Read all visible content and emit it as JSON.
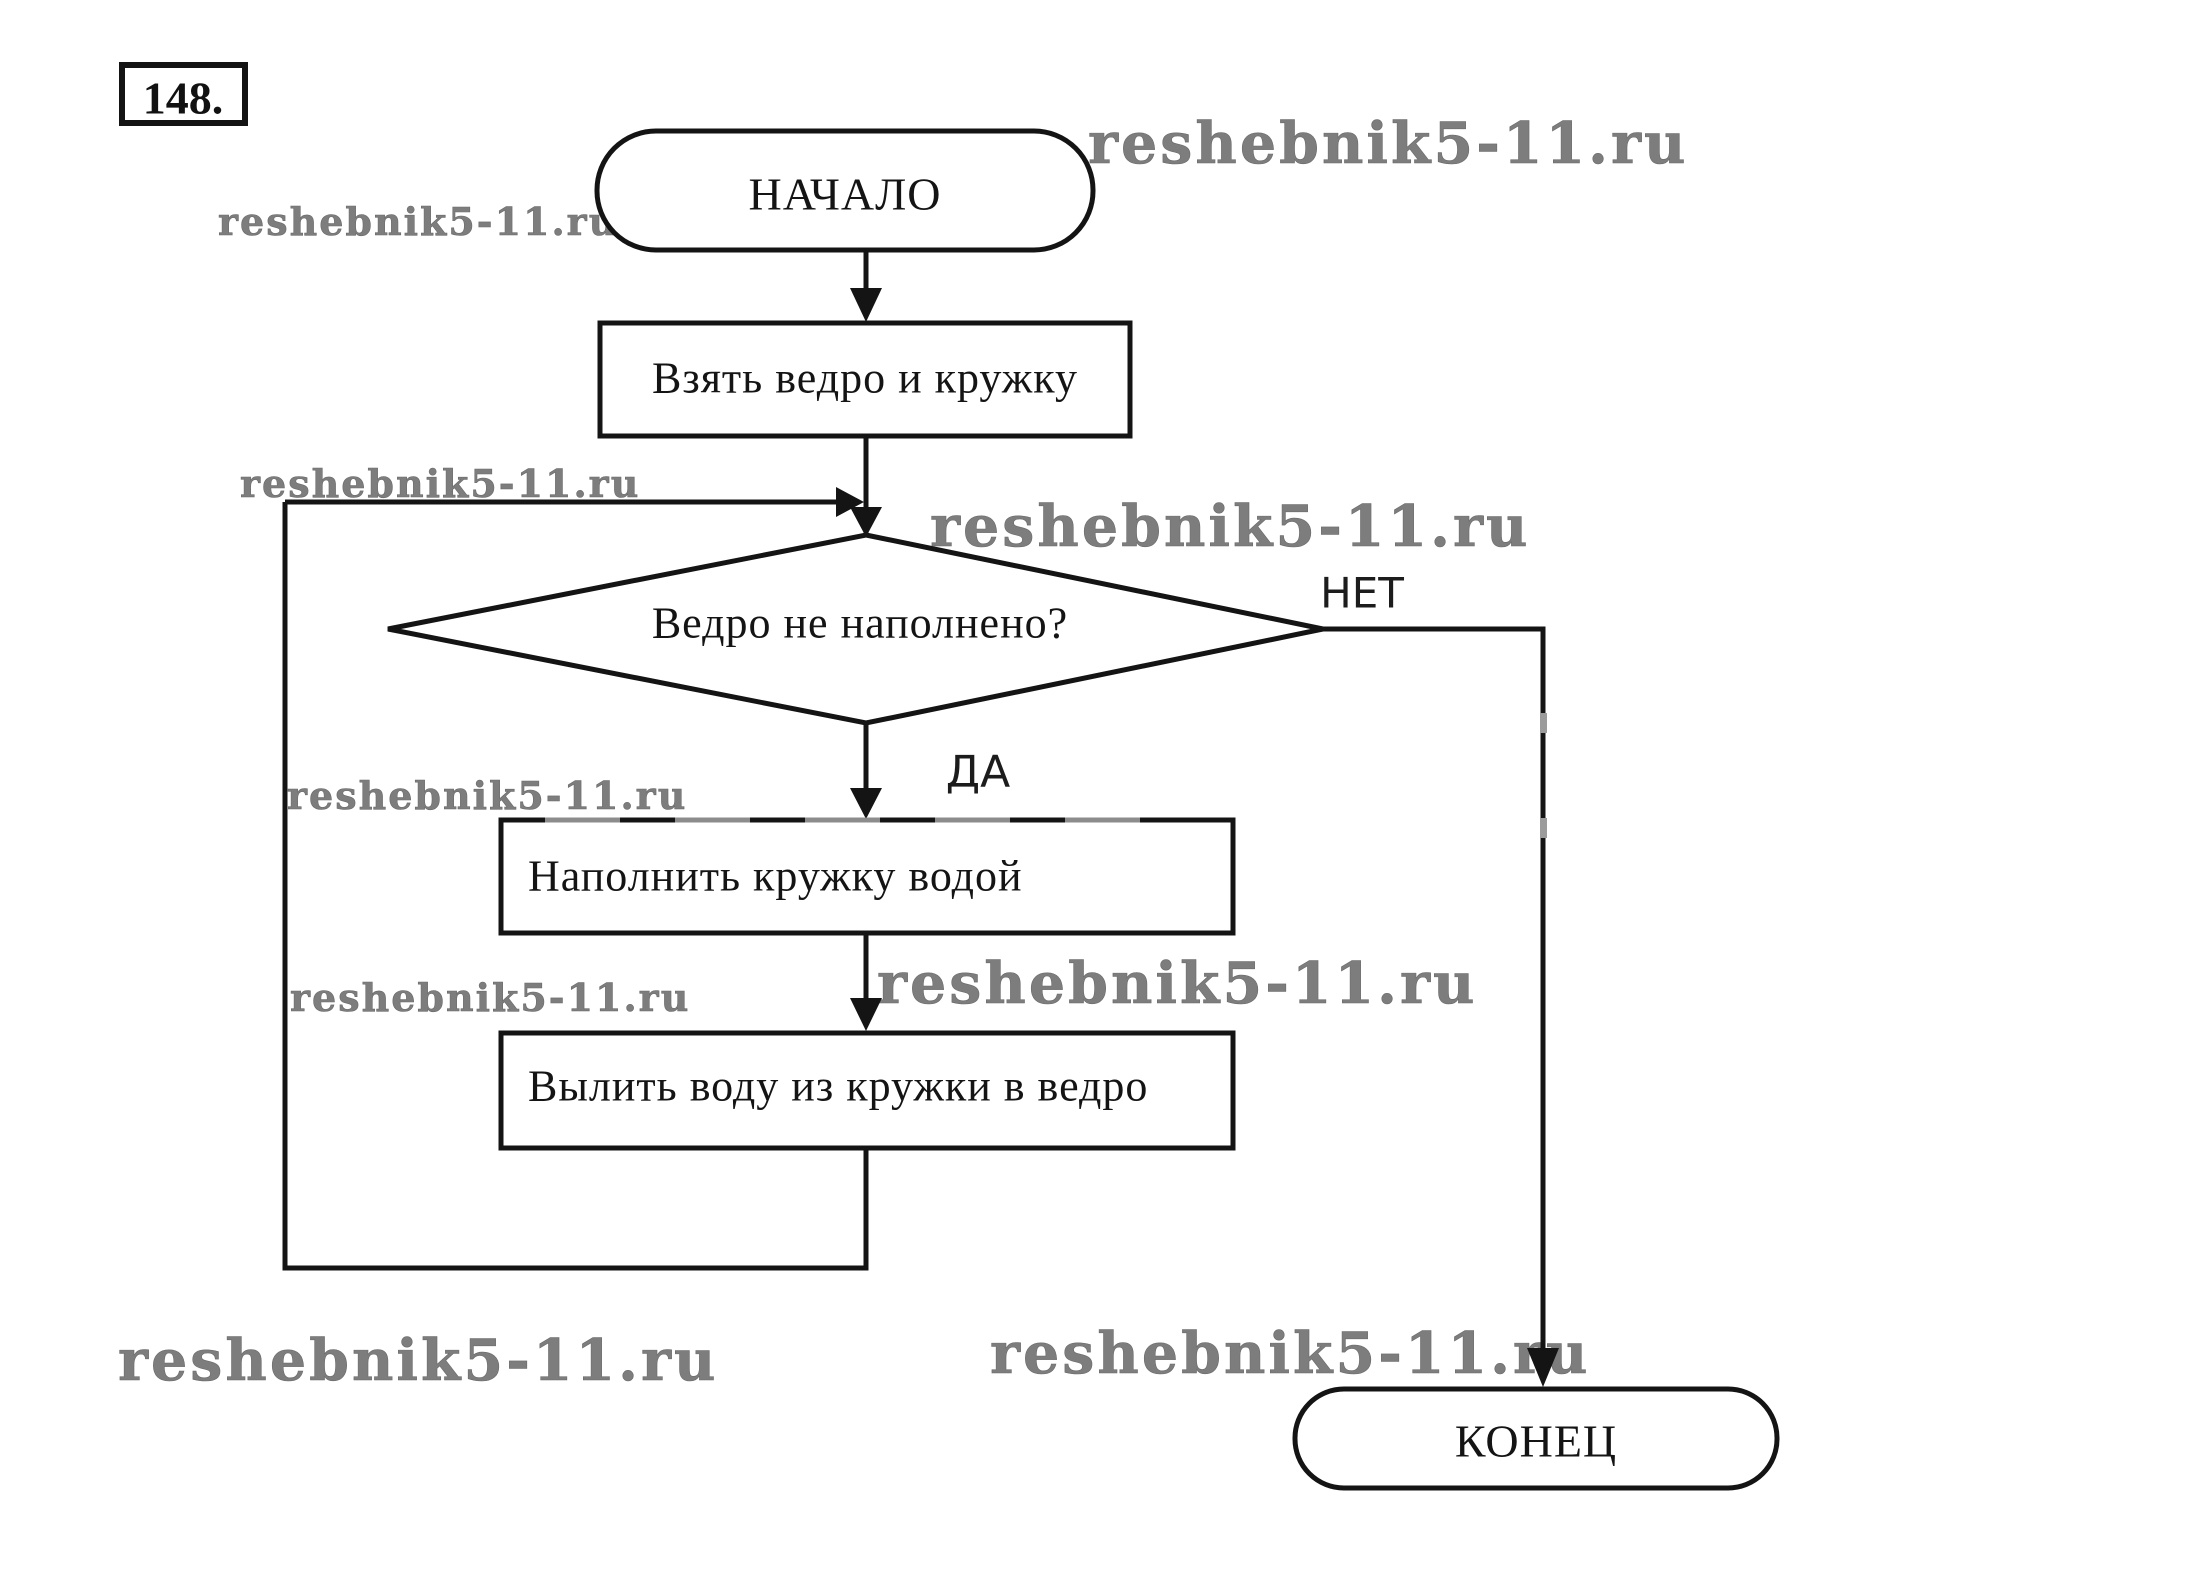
{
  "page": {
    "problem_number": "148.",
    "background_color": "#ffffff",
    "ink_color": "#141414",
    "watermark_color": "#7d7d7d"
  },
  "watermark": {
    "text": "reshebnik5-11.ru"
  },
  "flowchart": {
    "start_label": "НАЧАЛО",
    "step1_label": "Взять ведро и кружку",
    "decision_label": "Ведро не наполнено?",
    "no_label": "НЕТ",
    "yes_label": "ДА",
    "step2_label": "Наполнить кружку водой",
    "step3_label": "Вылить воду из кружки в ведро",
    "end_label": "КОНЕЦ"
  }
}
